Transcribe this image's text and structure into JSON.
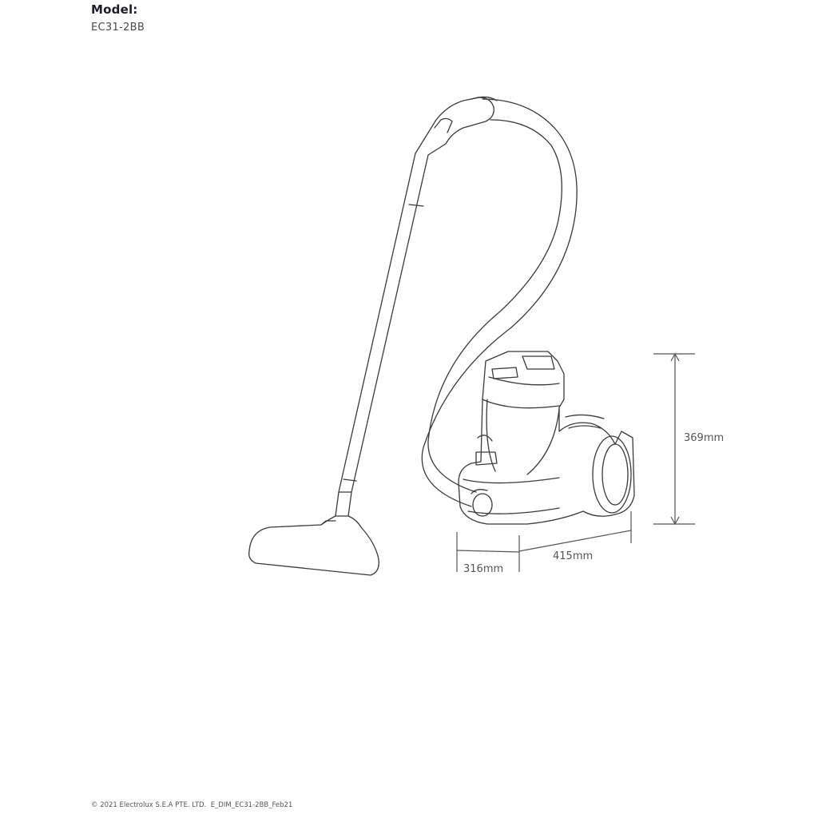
{
  "header": {
    "model_label": "Model:",
    "model_value": "EC31-2BB"
  },
  "dimensions": {
    "height": "369mm",
    "width": "316mm",
    "depth": "415mm"
  },
  "footer": {
    "copyright": "© 2021 Electrolux S.E.A PTE. LTD.",
    "doc_code": "E_DIM_EC31-2BB_Feb21"
  }
}
